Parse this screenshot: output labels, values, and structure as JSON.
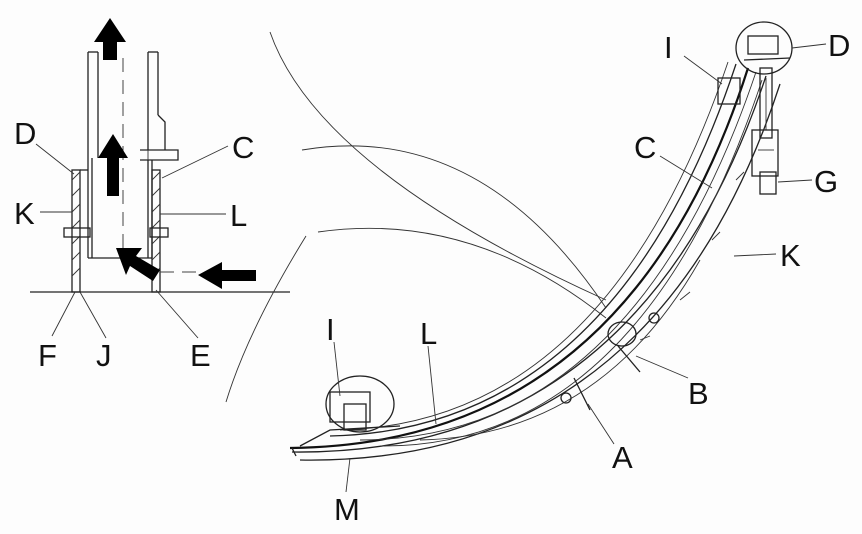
{
  "labels": {
    "section": {
      "D": "D",
      "C": "C",
      "K": "K",
      "L": "L",
      "F": "F",
      "J": "J",
      "E": "E"
    },
    "assembly": {
      "I_top": "I",
      "D": "D",
      "C": "C",
      "G": "G",
      "K": "K",
      "B": "B",
      "A": "A",
      "I_bottom": "I",
      "L": "L",
      "M": "M"
    }
  },
  "colors": {
    "ink": "#111111",
    "paper": "#fdfdfd"
  }
}
